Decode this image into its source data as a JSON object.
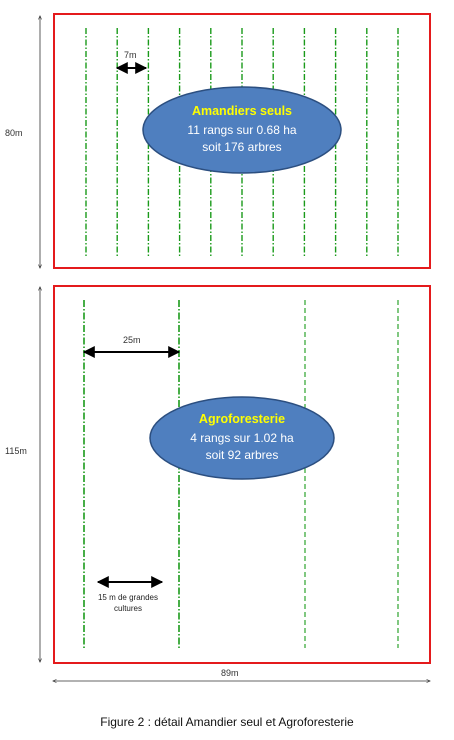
{
  "colors": {
    "plot_border": "#e41a1c",
    "tree_row": "#1a9a1a",
    "ellipse_fill": "#4f7fbf",
    "ellipse_stroke": "#2c4f80",
    "title_text": "#ffff00",
    "body_text": "#ffffff"
  },
  "top_plot": {
    "height_label": "80m",
    "spacing_label": "7m",
    "row_count": 11,
    "ellipse_title": "Amandiers seuls",
    "ellipse_line1": "11 rangs sur 0.68 ha",
    "ellipse_line2": "soit 176 arbres"
  },
  "bottom_plot": {
    "height_label": "115m",
    "spacing_label": "25m",
    "row_count": 4,
    "crop_label_line1": "15 m de grandes",
    "crop_label_line2": "cultures",
    "ellipse_title": "Agroforesterie",
    "ellipse_line1": "4 rangs sur 1.02 ha",
    "ellipse_line2": "soit 92 arbres"
  },
  "width_label": "89m",
  "caption": "Figure 2 : détail Amandier seul et Agroforesterie"
}
